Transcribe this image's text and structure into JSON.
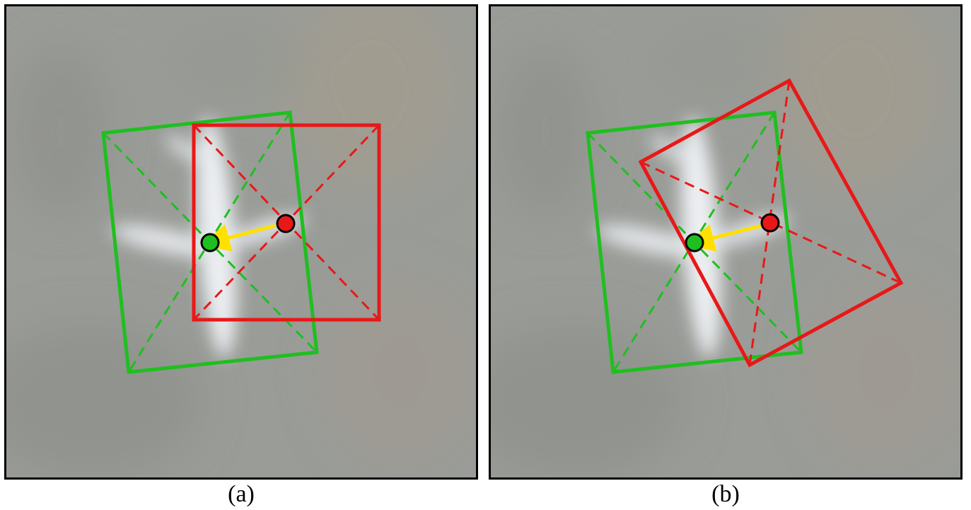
{
  "figure": {
    "panels": [
      {
        "id": "a",
        "caption": "(a)"
      },
      {
        "id": "b",
        "caption": "(b)"
      }
    ],
    "colors": {
      "ground_truth_box": "#1fbf1f",
      "predicted_box": "#e81818",
      "offset_arrow": "#ffe000",
      "frame": "#000000",
      "background_tone": "#9a9c98"
    }
  }
}
